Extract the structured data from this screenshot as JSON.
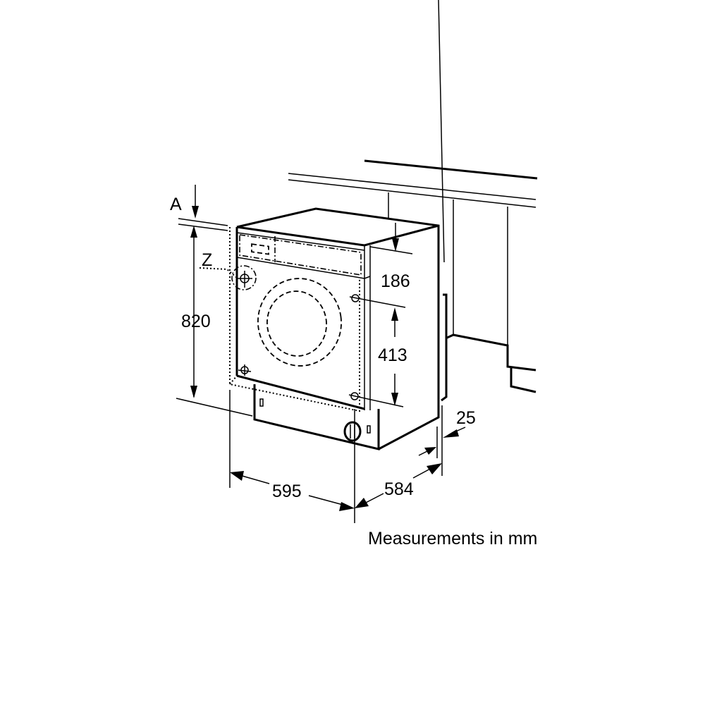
{
  "diagram": {
    "subject": "built-in washing machine installation dimensions",
    "labels": {
      "A": "A",
      "Z": "Z",
      "height": "820",
      "top_to_hole": "186",
      "hole_spacing": "413",
      "width": "595",
      "depth": "584",
      "door_offset": "25"
    },
    "caption": "Measurements in mm",
    "colors": {
      "line": "#000000",
      "background": "#ffffff"
    }
  }
}
